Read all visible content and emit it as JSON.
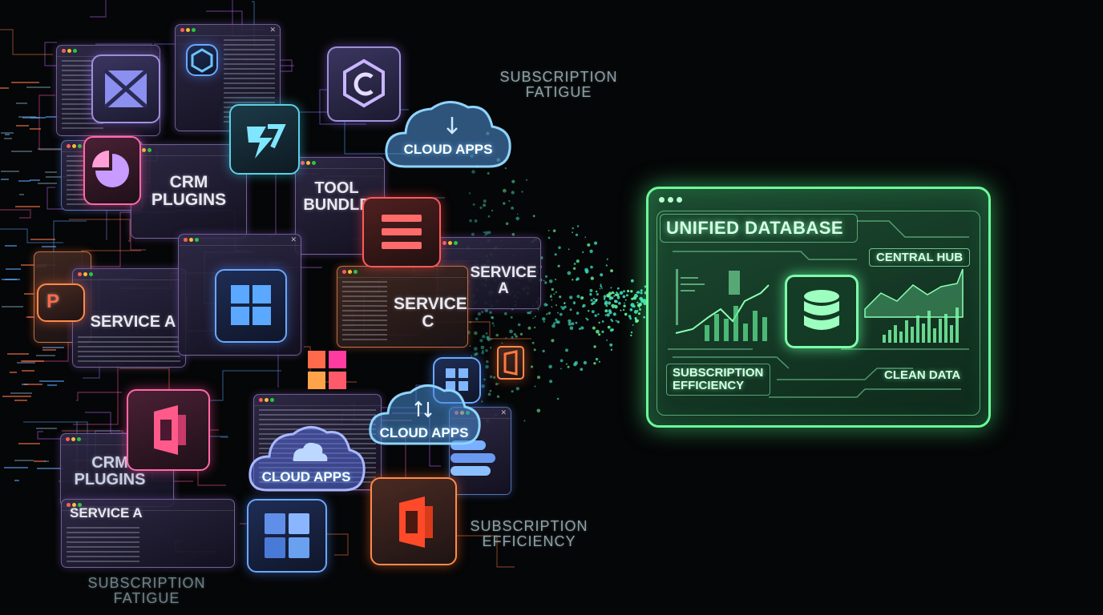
{
  "labels": {
    "crm_plugins_top": "CRM PLUGINS",
    "tool_bundle": "TOOL BUNDLE",
    "service_a_left": "SERVICE A",
    "service_c": "SERVICE C",
    "service_a_right": "SERVICE A",
    "crm_plugins_bottom": "CRM PLUGINS",
    "service_a_bottom": "SERVICE A",
    "cloud_apps_top": "CLOUD APPS",
    "cloud_apps_mid": "CLOUD APPS",
    "cloud_apps_bottom": "CLOUD APPS",
    "tile_p_letter": "P"
  },
  "captions": {
    "fatigue_top_1": "SUBSCRIPTION",
    "fatigue_top_2": "FATIGUE",
    "fatigue_bottom_1": "SUBSCRIPTION",
    "fatigue_bottom_2": "FATIGUE",
    "efficiency_1": "SUBSCRIPTION",
    "efficiency_2": "EFFICIENCY"
  },
  "hub": {
    "title": "UNIFIED DATABASE",
    "central_hub": "CENTRAL HUB",
    "efficiency_1": "SUBSCRIPTION",
    "efficiency_2": "EFFICIENCY",
    "clean_data": "CLEAN DATA",
    "icon": "database-icon"
  },
  "colors": {
    "hub_glow": "#6dfb9a",
    "stream_teal": "#3fe0c0",
    "background": "#050607"
  }
}
